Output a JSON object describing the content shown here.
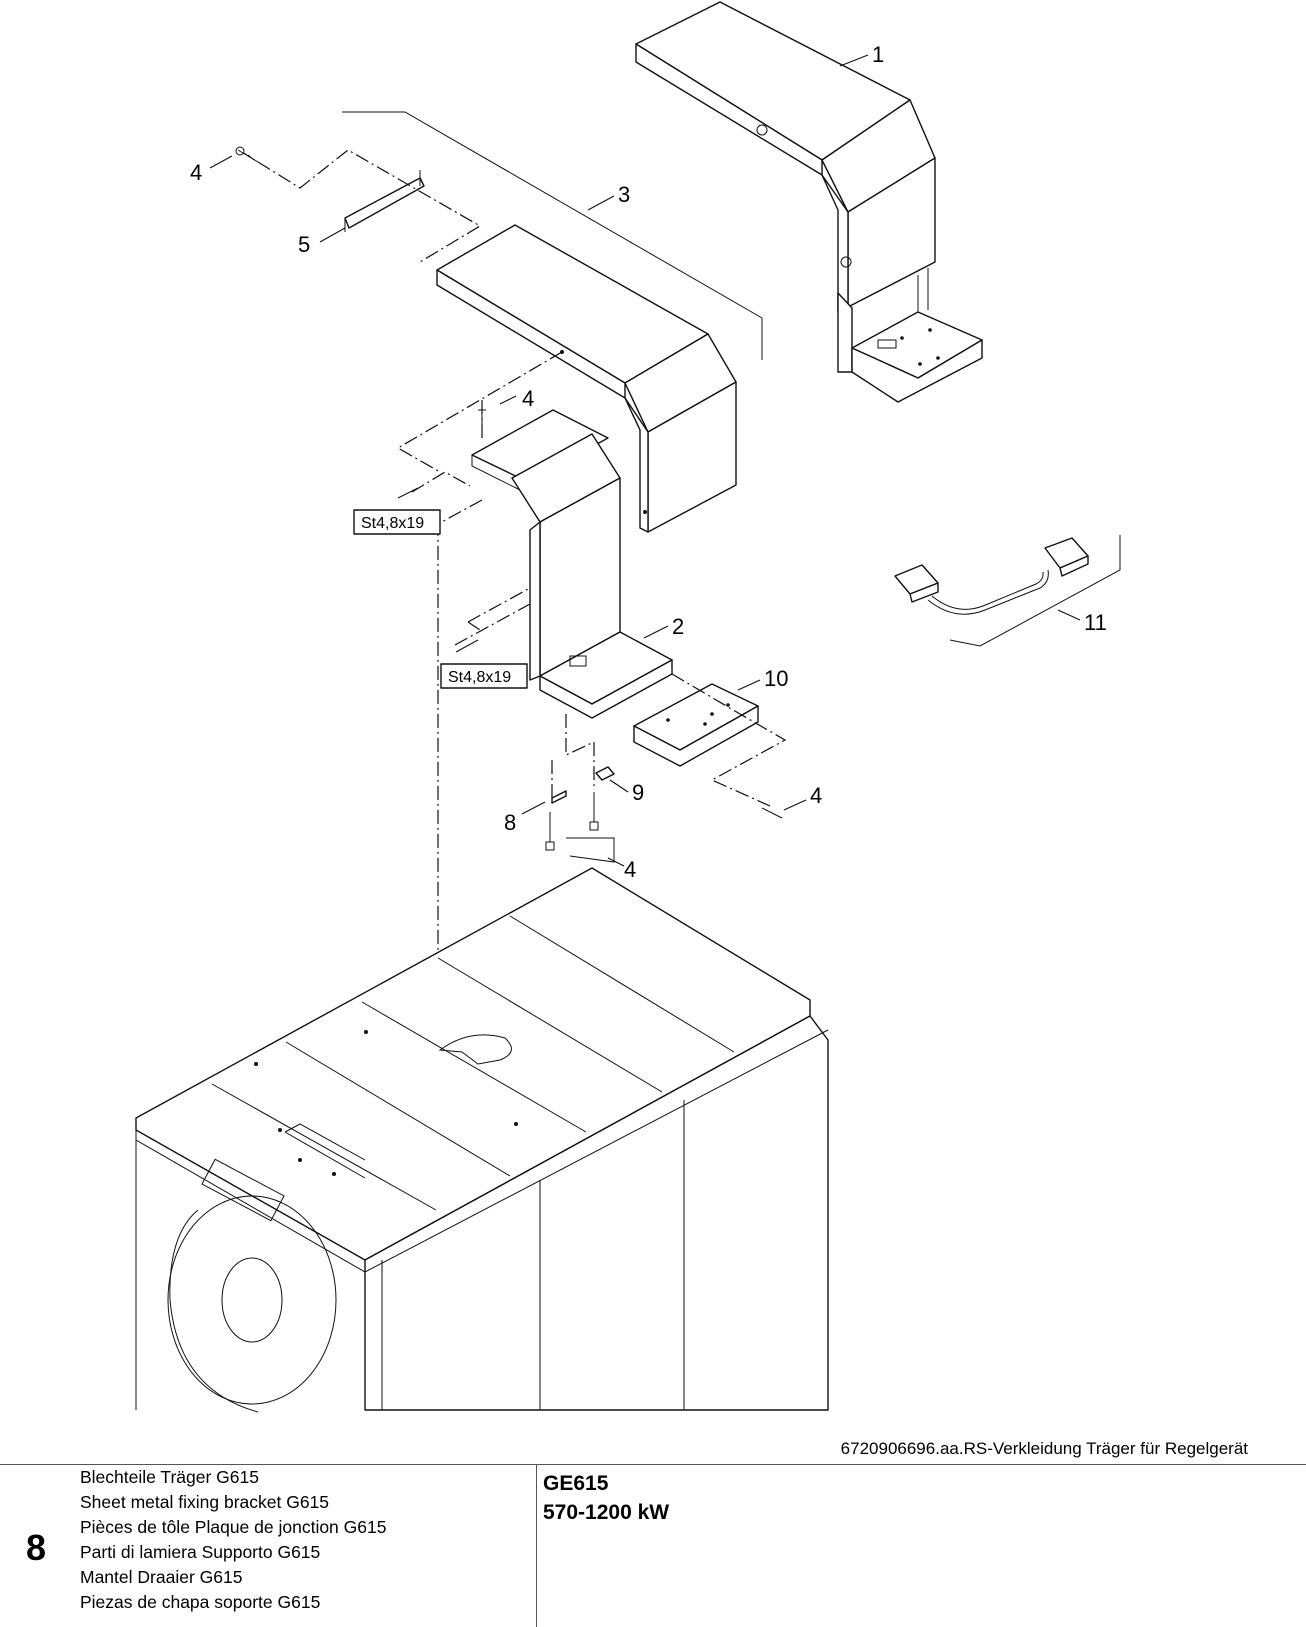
{
  "callouts": {
    "c1": "1",
    "c2": "2",
    "c3": "3",
    "c4a": "4",
    "c4b": "4",
    "c4c": "4",
    "c4d": "4",
    "c5": "5",
    "c8": "8",
    "c9": "9",
    "c10": "10",
    "c11": "11"
  },
  "screw_spec_1": "St4,8x19",
  "screw_spec_2": "St4,8x19",
  "drawing_reference": "6720906696.aa.RS-Verkleidung Träger für Regelgerät",
  "page_number": "8",
  "titles": [
    "Blechteile Träger G615",
    "Sheet metal fixing bracket G615",
    "Pièces de tôle Plaque de jonction G615",
    "Parti di lamiera Supporto G615",
    "Mantel Draaier G615",
    "Piezas de chapa soporte G615"
  ],
  "model": {
    "name": "GE615",
    "power_range": "570-1200 kW"
  }
}
